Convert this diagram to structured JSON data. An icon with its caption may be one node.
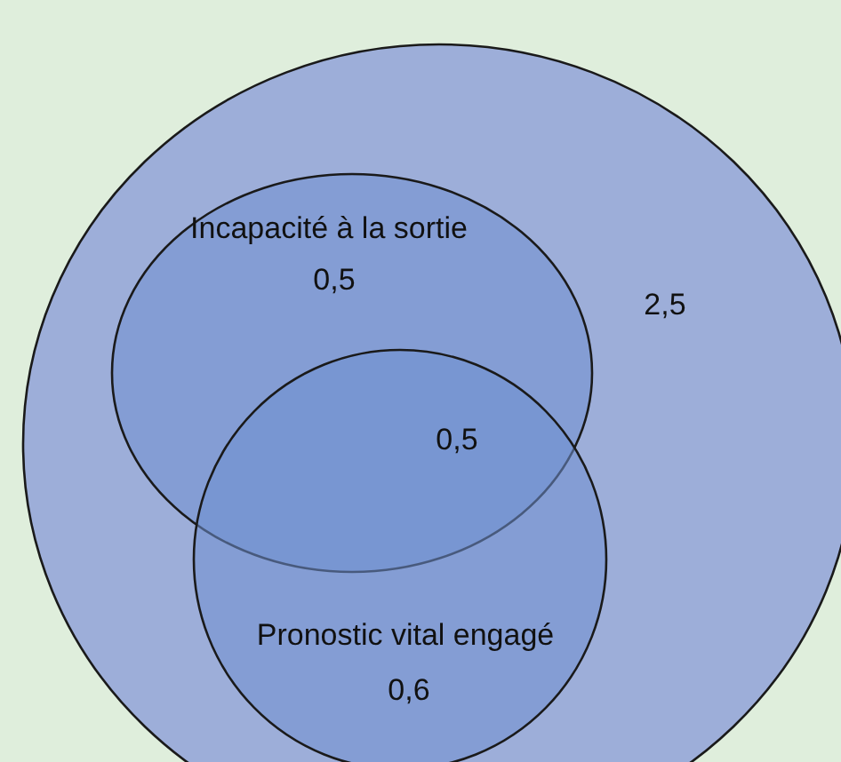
{
  "diagram": {
    "nodes": [
      {
        "text": [
          "2,5"
        ]
      },
      {
        "text": [
          "Incapacité à la sortie",
          "0,5"
        ],
        "in": 0
      },
      {
        "text": [
          "Pronostic vital engagé",
          "0,6"
        ],
        "in": 0
      }
    ],
    "labels": [
      "0,5"
    ]
  }
}
